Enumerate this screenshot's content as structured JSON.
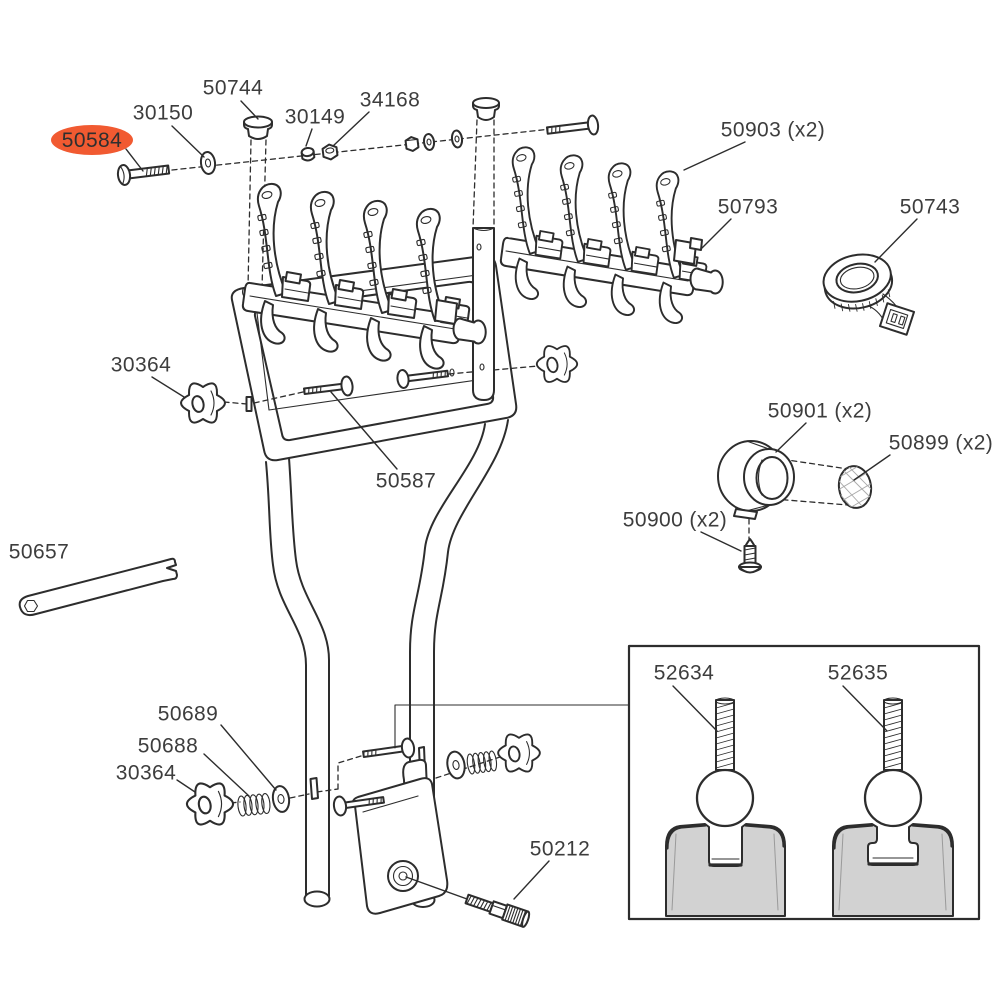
{
  "diagram": {
    "type": "exploded-parts-diagram",
    "subject": "bike-carrier spare parts",
    "highlighted_part": "50584",
    "highlight_color": "#F15A31",
    "line_color": "#2D2D2D",
    "label_color": "#3D3D3D",
    "inset_fill": "#D2D2D2"
  },
  "parts": {
    "p50584": "50584",
    "p30150": "30150",
    "p50744": "50744",
    "p30149": "30149",
    "p34168": "34168",
    "p50903": "50903 (x2)",
    "p50793": "50793",
    "p50743": "50743",
    "p30364_top": "30364",
    "p50587": "50587",
    "p50901": "50901 (x2)",
    "p50899": "50899 (x2)",
    "p50900": "50900 (x2)",
    "p50657": "50657",
    "p50689": "50689",
    "p50688": "50688",
    "p30364_bottom": "30364",
    "p50212": "50212",
    "p52634": "52634",
    "p52635": "52635"
  }
}
